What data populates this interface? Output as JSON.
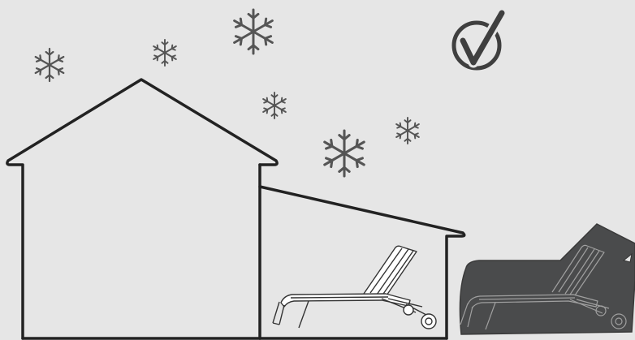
{
  "scene": {
    "background_color": "#e6e6e6",
    "line_color": "#222222",
    "snow_color": "#555555",
    "cover_color": "#4a4b4c",
    "check_color": "#3f3f3f",
    "icons": [
      "house-outline",
      "lean-to-shed",
      "sun-lounger",
      "covered-sun-lounger",
      "snowflake-icon",
      "checkmark-circle-icon"
    ]
  }
}
